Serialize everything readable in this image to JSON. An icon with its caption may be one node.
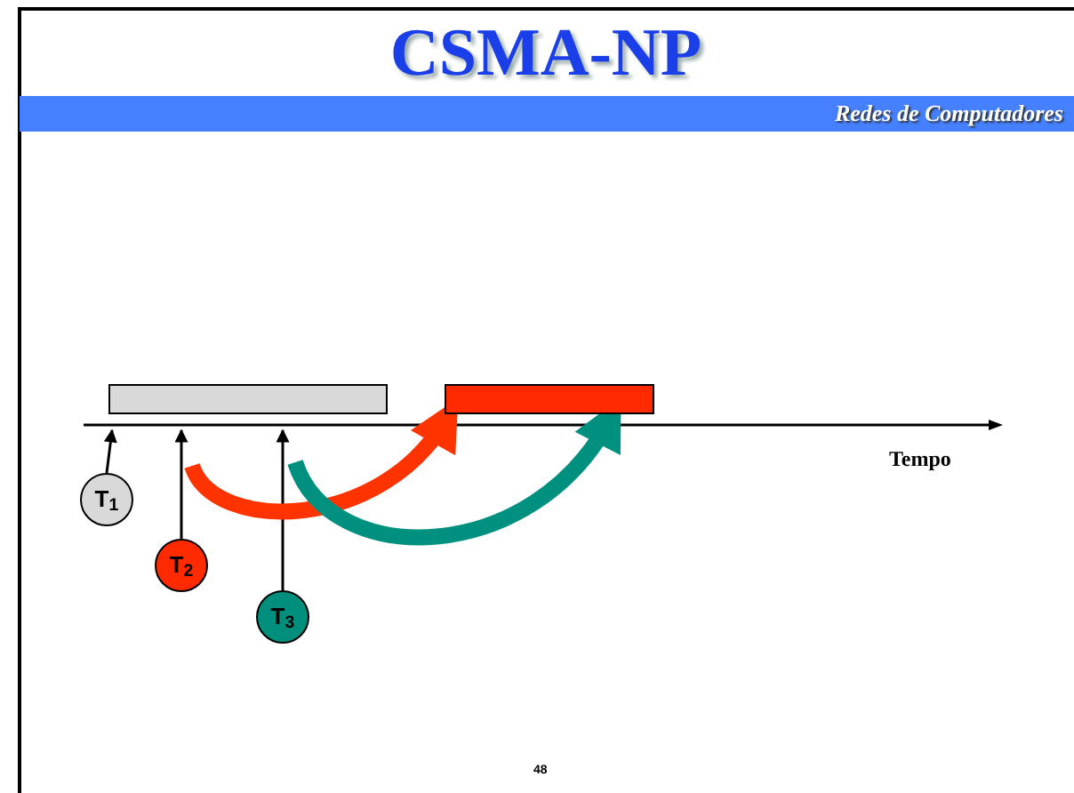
{
  "diagram": {
    "title": "CSMA-NP",
    "nodes": [
      {
        "text": [],
        "shape": "bar"
      },
      {
        "text": [],
        "shape": "bar"
      },
      {
        "text": [
          "T$_{1}$"
        ]
      },
      {
        "text": [
          "T$_{2}$"
        ]
      },
      {
        "text": [
          "T$_{3}$"
        ]
      }
    ],
    "edges": [
      {
        "from": 2,
        "to": 0,
        "arrow": "to"
      },
      {
        "from": 3,
        "to": 0,
        "arrow": "to"
      },
      {
        "from": 4,
        "to": 0,
        "arrow": "to"
      },
      {
        "from": null,
        "to": 1,
        "arrow": "to",
        "style": "thick",
        "color": "#ff3300"
      },
      {
        "from": null,
        "to": 1,
        "arrow": "to",
        "style": "thick",
        "color": "#009080"
      }
    ],
    "labels": [
      "Redes de Computadores",
      "Tempo",
      "48"
    ]
  }
}
